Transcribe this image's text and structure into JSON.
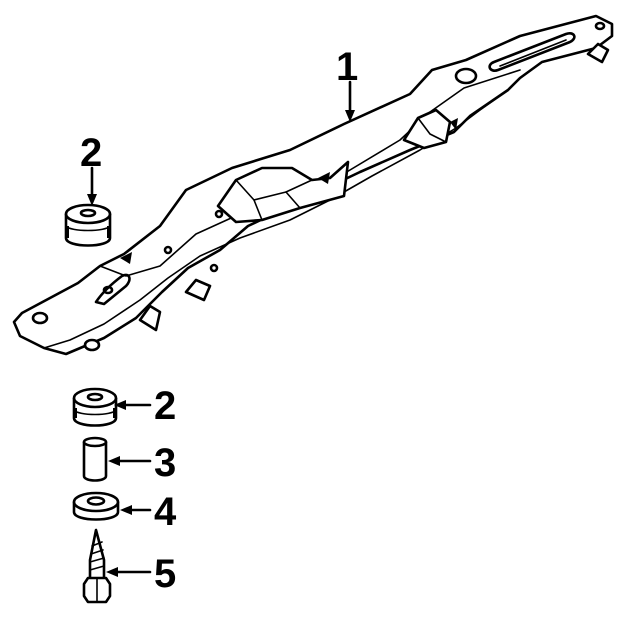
{
  "diagram": {
    "callouts": [
      {
        "id": "1",
        "label": "1",
        "part": "crossmember"
      },
      {
        "id": "2a",
        "label": "2",
        "part": "mount-cushion-upper"
      },
      {
        "id": "2b",
        "label": "2",
        "part": "mount-cushion-lower"
      },
      {
        "id": "3",
        "label": "3",
        "part": "sleeve"
      },
      {
        "id": "4",
        "label": "4",
        "part": "washer"
      },
      {
        "id": "5",
        "label": "5",
        "part": "bolt"
      }
    ]
  }
}
